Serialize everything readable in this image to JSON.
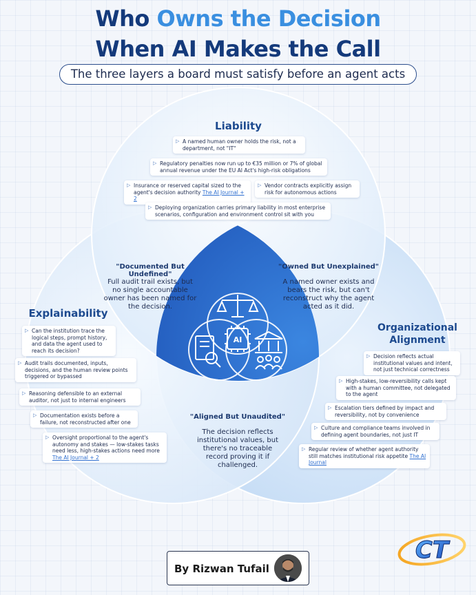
{
  "title": {
    "line1_pre": "Who ",
    "line1_highlight": "Owns the Decision",
    "line2": "When AI Makes the Call",
    "subtitle": "The three layers a board must satisfy before an agent acts"
  },
  "liability": {
    "title": "Liability",
    "items": [
      {
        "text": "A named human owner holds the risk, not a department, not \"IT\""
      },
      {
        "text": "Regulatory penalties now run up to €35 million or 7% of global annual revenue under the EU AI Act's high-risk obligations"
      },
      {
        "text": "Insurance or reserved capital sized to the agent's decision authority ",
        "source": "The AI Journal + 2"
      },
      {
        "text": "Vendor contracts explicitly assign risk for autonomous actions"
      },
      {
        "text": "Deploying organization carries primary liability in most enterprise scenarios, configuration and environment control sit with you"
      }
    ]
  },
  "explainability": {
    "title": "Explainability",
    "items": [
      {
        "text": "Can the institution trace the logical steps, prompt history, and data the agent used to reach its decision?"
      },
      {
        "text": "Audit trails documented, inputs, decisions, and the human review points triggered or bypassed"
      },
      {
        "text": "Reasoning defensible to an external auditor, not just to internal engineers"
      },
      {
        "text": "Documentation exists before a failure, not reconstructed after one"
      },
      {
        "text": "Oversight proportional to the agent's autonomy and stakes — low-stakes tasks need less, high-stakes actions need more ",
        "source": "The AI Journal + 2"
      }
    ]
  },
  "alignment": {
    "title_line1": "Organizational",
    "title_line2": "Alignment",
    "items": [
      {
        "text": "Decision reflects actual institutional values and intent, not just technical correctness"
      },
      {
        "text": "High-stakes, low-reversibility calls kept with a human committee, not delegated to the agent"
      },
      {
        "text": "Escalation tiers defined by impact and reversibility, not by convenience"
      },
      {
        "text": "Culture and compliance teams involved in defining agent boundaries, not just IT"
      },
      {
        "text": "Regular review of whether agent authority still matches institutional risk appetite ",
        "source": "The AI Journal"
      }
    ]
  },
  "overlaps": {
    "documented": {
      "title": "\"Documented But Undefined\"",
      "desc": "Full audit trail exists, but no single accountable owner has been named for the decision."
    },
    "owned": {
      "title": "\"Owned But Unexplained\"",
      "desc": "A named owner exists and bears the risk, but can't reconstruct why the agent acted as it did."
    },
    "aligned": {
      "title": "\"Aligned But Unaudited\"",
      "desc": "The decision reflects institutional values, but there's no traceable record proving it if challenged."
    }
  },
  "center_icon": {
    "label": "AI",
    "icons": [
      "scales-icon",
      "ai-chip-icon",
      "document-search-icon",
      "institution-team-icon"
    ]
  },
  "author": {
    "by": "By ",
    "name": "Rizwan Tufail"
  },
  "logo": {
    "text": "CT"
  },
  "colors": {
    "title_dark": "#143a7b",
    "title_accent": "#3a8fe0",
    "center": "#2f6fd0"
  }
}
